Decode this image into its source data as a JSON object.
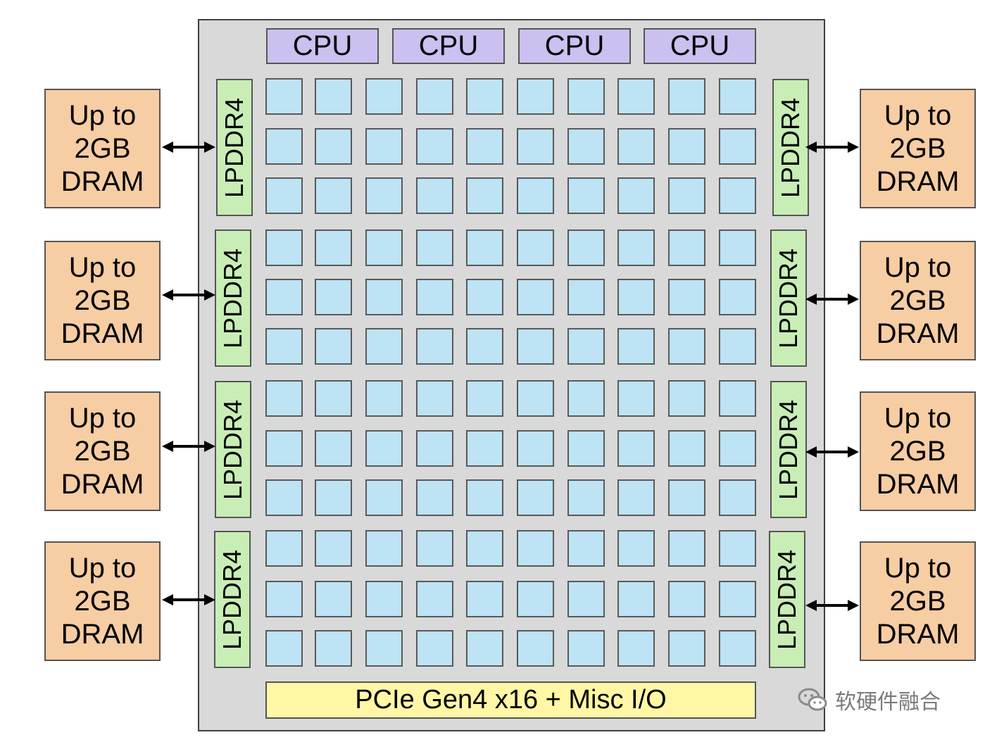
{
  "cpu_label": "CPU",
  "cpu_count": 4,
  "lpddr_label": "LPDDR4",
  "dram_text": {
    "line1": "Up to",
    "line2": "2GB",
    "line3": "DRAM"
  },
  "pcie_label": "PCIe Gen4 x16 + Misc I/O",
  "watermark_text": "软硬件融合",
  "tile_grid": {
    "rows": 12,
    "cols": 10
  },
  "colors": {
    "chip": "#d9d9d9",
    "cpu": "#ccc0f0",
    "tile": "#bde3f5",
    "lpddr": "#c8eeb5",
    "dram": "#f7cda4",
    "pcie": "#fff7a6"
  }
}
